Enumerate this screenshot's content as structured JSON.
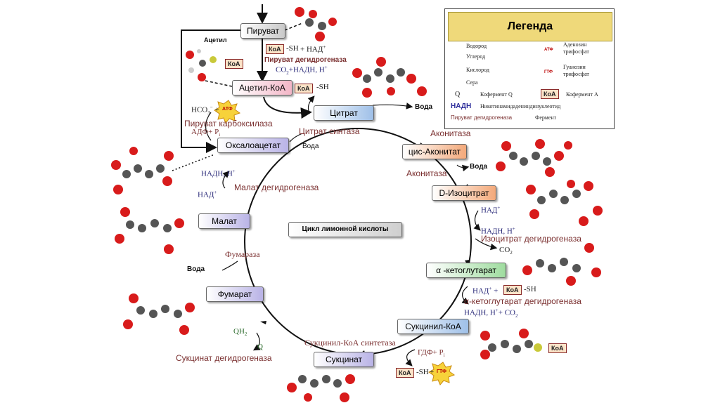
{
  "boxes": {
    "pyruvate": "Пируват",
    "acetyl_coa": "Ацетил-КоА",
    "citrate": "Цитрат",
    "cis_aconitate": "цис-Аконитат",
    "isocitrate": "D-Изоцитрат",
    "alpha_kg": "α -кетоглутарат",
    "succinyl_coa": "Сукцинил-КоА",
    "succinate": "Сукцинат",
    "fumarate": "Фумарат",
    "malate": "Малат",
    "oxaloacetate": "Оксалоацетат",
    "center": "Цикл лимонной кислоты"
  },
  "enzymes": {
    "pdh": "Пируват дегидрогеназа",
    "pc": "Пируват карбоксилаза",
    "cs": "Цитрат синтаза",
    "aconitase1": "Аконитаза",
    "aconitase2": "Аконитаза",
    "idh": "Изоцитрат дегидрогеназа",
    "akgdh": "α-кетоглутарат дегидрогеназа",
    "scs": "Сукцинил-КоА синтетаза",
    "sdh": "Сукцинат дегидрогеназа",
    "fumarase": "Фумараза",
    "mdh": "Малат дегидрогеназа"
  },
  "labels": {
    "acetyl": "Ацетил",
    "koa": "КоА",
    "sh": "-SH",
    "nad_plus": "+ НАД",
    "co2_nadh": "CO",
    "co2_nadh2": "+НАДН, Н",
    "hco3": "HCO",
    "hco3_suffix": "+",
    "atf": "АТФ",
    "adf": "АДФ+ P",
    "water": "Вода",
    "nadh_h": "НАДН, Н",
    "nad": "НАД",
    "co2": "CO",
    "nad_plus_koa": "НАД",
    "nadh_co2": "НАДН, Н",
    "co2_b": "+ CO",
    "gdf": "ГДФ+ P",
    "gtf": "ГТФ",
    "plus": "+",
    "qh2": "QH",
    "q": "Q"
  },
  "legend": {
    "title": "Легенда",
    "hydrogen": "Водород",
    "carbon": "Углерод",
    "oxygen": "Кислород",
    "sulfur": "Сера",
    "q_sym": "Q",
    "coenzyme_q": "Кофермент Q",
    "koa_sym": "КоА",
    "coenzyme_a": "Кофермент А",
    "nadh_sym": "НАДН",
    "nadh_full": "Никотинамидадениндинуклеотид",
    "enzyme_example": "Пируват дегидрогеназа",
    "enzyme": "Фермент",
    "atf": "АТФ",
    "atf_full1": "Аденозин",
    "atf_full2": "трифосфат",
    "gtf": "ГТФ",
    "gtf_full1": "Гуанозин",
    "gtf_full2": "трифосфат"
  },
  "colors": {
    "oxygen": "#d81b1b",
    "carbon": "#555555",
    "sulfur": "#c9c93a",
    "enzyme": "#7a2f2f",
    "cofactor": "#2b2b7a"
  }
}
